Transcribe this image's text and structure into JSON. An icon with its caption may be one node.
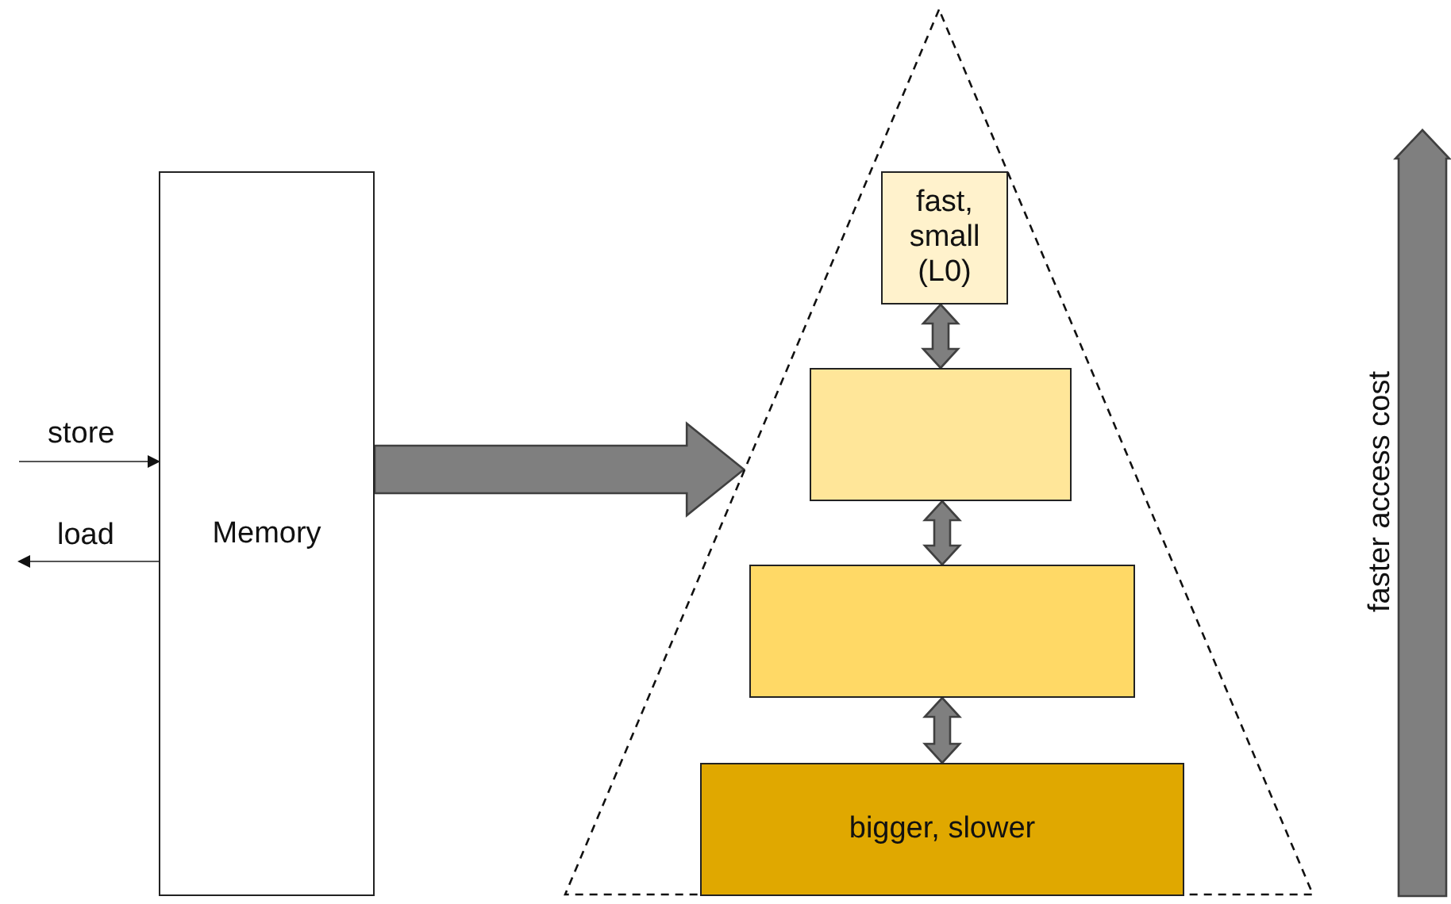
{
  "diagram": {
    "nodes": [
      {
        "text": [
          "Memory"
        ]
      },
      {
        "text": [],
        "shape": "triangle"
      },
      {
        "text": [
          "fast, small (L0)"
        ],
        "in": 1
      },
      {
        "text": [],
        "shape": "box",
        "in": 1
      },
      {
        "text": [],
        "shape": "box",
        "in": 1
      },
      {
        "text": [
          "bigger, slower"
        ],
        "in": 1
      }
    ],
    "edges": [
      {
        "from": null,
        "to": 0,
        "arrow": "to",
        "label": "store"
      },
      {
        "from": 0,
        "to": null,
        "arrow": "to",
        "label": "load"
      },
      {
        "from": 0,
        "to": 1,
        "arrow": "to",
        "style": "thick"
      },
      {
        "from": 2,
        "to": 3,
        "arrow": "both",
        "style": "thick"
      },
      {
        "from": 3,
        "to": 4,
        "arrow": "both",
        "style": "thick"
      },
      {
        "from": 4,
        "to": 5,
        "arrow": "both",
        "style": "thick"
      }
    ],
    "labels": [
      "faster access cost"
    ]
  }
}
